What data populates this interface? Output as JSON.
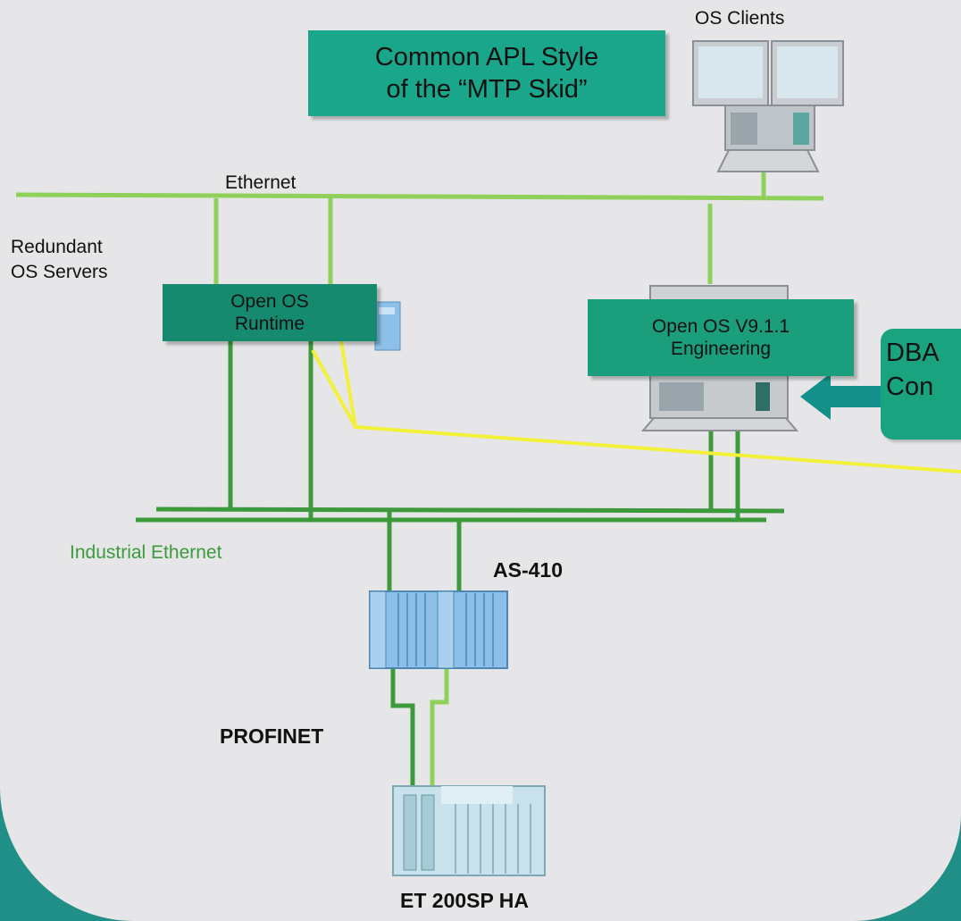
{
  "labels": {
    "os_clients": "OS Clients",
    "ethernet": "Ethernet",
    "redundant_line1": "Redundant",
    "redundant_line2": "OS Servers",
    "industrial_ethernet": "Industrial Ethernet",
    "as410": "AS-410",
    "profinet": "PROFINET",
    "et200": "ET 200SP HA"
  },
  "boxes": {
    "apl_style": {
      "line1": "Common APL Style",
      "line2": "of the “MTP Skid”"
    },
    "os_runtime": {
      "line1": "Open OS",
      "line2": "Runtime"
    },
    "os_engineering": {
      "line1": "Open OS V9.1.1",
      "line2": "Engineering"
    },
    "callout": {
      "line1": "DBA",
      "line2": "Con"
    }
  },
  "colors": {
    "background": "#e6e6e8",
    "border_teal": "#1f8f87",
    "box_green": "#1a9e7c",
    "ethernet_light": "#8fd05a",
    "industrial_dark": "#3c9a3c",
    "cable_yellow": "#f3f03a",
    "arrow_teal": "#14908a"
  }
}
